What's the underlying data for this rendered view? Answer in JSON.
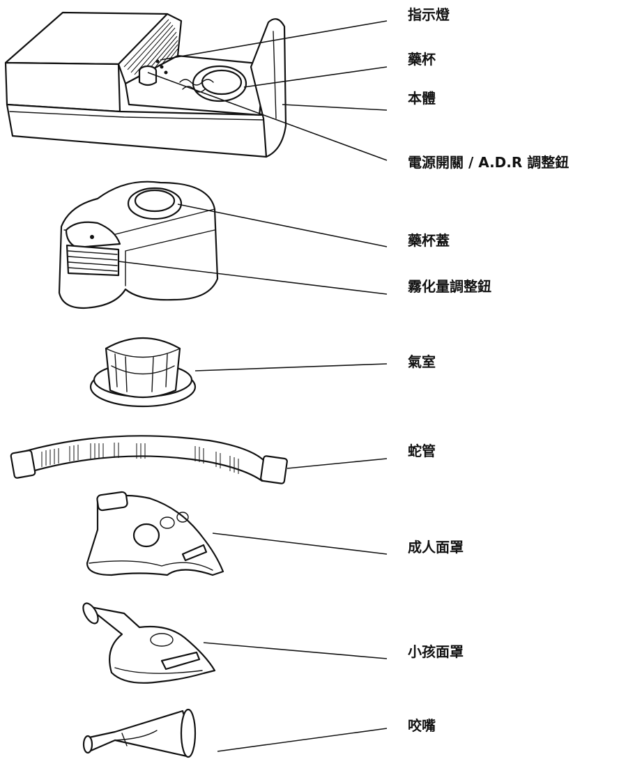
{
  "labels": {
    "indicator_light": "指示燈",
    "medicine_cup": "藥杯",
    "main_body": "本體",
    "power_adr_knob": "電源開關 / A.D.R 調整鈕",
    "medicine_cup_lid": "藥杯蓋",
    "mist_volume_knob": "霧化量調整鈕",
    "air_chamber": "氣室",
    "tube": "蛇管",
    "adult_mask": "成人面罩",
    "child_mask": "小孩面罩",
    "mouthpiece": "咬嘴"
  }
}
